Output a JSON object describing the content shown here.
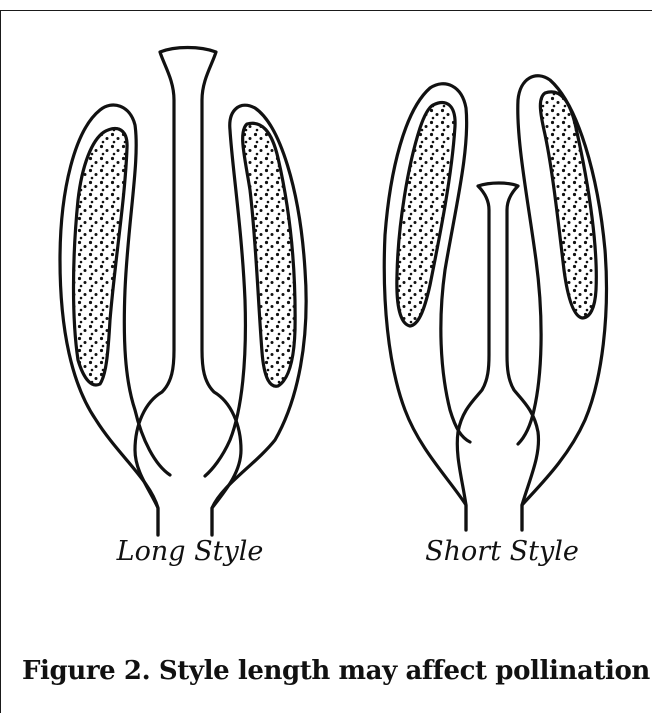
{
  "labels": {
    "long_style": "Long Style",
    "short_style": "Short Style"
  },
  "caption": "Figure 2. Style length may affect pollination",
  "colors": {
    "ink": "#111111",
    "background": "#ffffff"
  }
}
